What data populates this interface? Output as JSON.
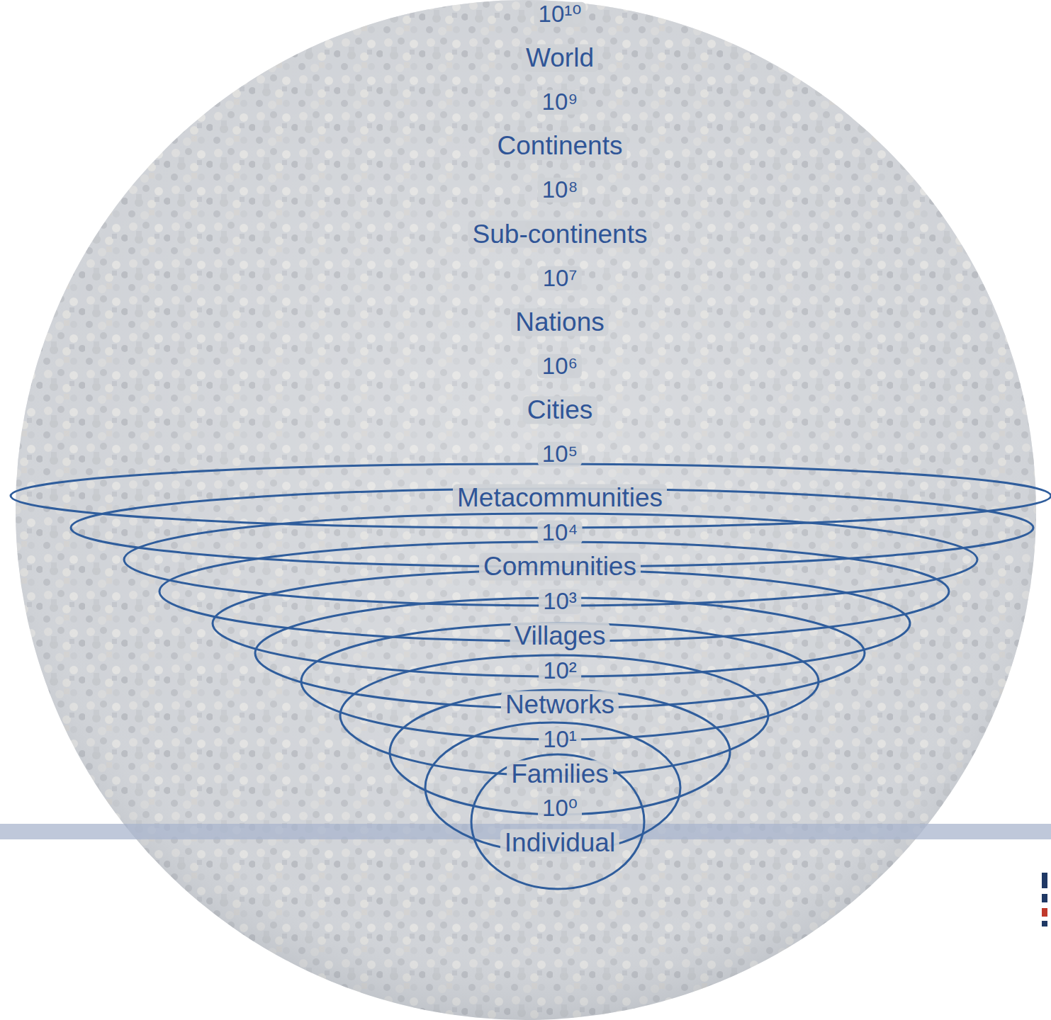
{
  "diagram": {
    "labels": [
      "10¹⁰",
      "World",
      "10⁹",
      "Continents",
      "10⁸",
      "Sub-continents",
      "10⁷",
      "Nations",
      "10⁶",
      "Cities",
      "10⁵",
      "Metacommunities",
      "10⁴",
      "Communities",
      "10³",
      "Villages",
      "10²",
      "Networks",
      "10¹",
      "Families",
      "10⁰",
      "Individual"
    ]
  }
}
